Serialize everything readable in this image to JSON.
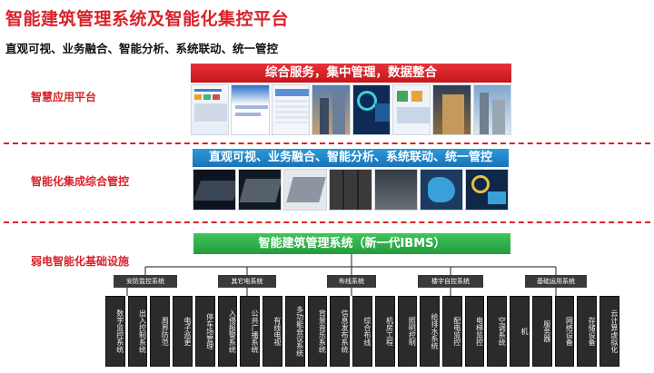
{
  "title": "智能建筑管理系统及智能化集控平台",
  "subtitle": "直观可视、业务融合、智能分析、系统联动、统一管控",
  "layers": [
    {
      "label": "智慧应用平台",
      "banner": "综合服务，集中管理，数据整合"
    },
    {
      "label": "智能化集成综合管控",
      "banner": "直观可视、业务融合、智能分析、系统联动、统一管控"
    },
    {
      "label": "弱电智能化基础设施",
      "banner": "智能建筑管理系统（新一代IBMS）"
    }
  ],
  "subsystems": [
    "安防监控系统",
    "其它电系统",
    "布线系统",
    "楼宇自控系统",
    "基础运用系统"
  ],
  "devices": [
    "数字监控系统",
    "出入控制系统",
    "周界防范",
    "电子巡更",
    "停车场管理",
    "入侵报警系统",
    "公共广播系统",
    "有线电视",
    "多功能会议系统",
    "背景音乐系统",
    "信息发布系统",
    "综合布线",
    "机房工程",
    "照明控制",
    "给排水系统",
    "配电监控",
    "电梯监控",
    "空调系统",
    "机",
    "服务器",
    "网络设备",
    "存储设备",
    "云计算虚拟化"
  ],
  "colors": {
    "accent_red": "#d8232a",
    "banner_blue": "#1a72b8",
    "banner_green": "#239c3e",
    "box_dark": "#3a3a3a"
  }
}
